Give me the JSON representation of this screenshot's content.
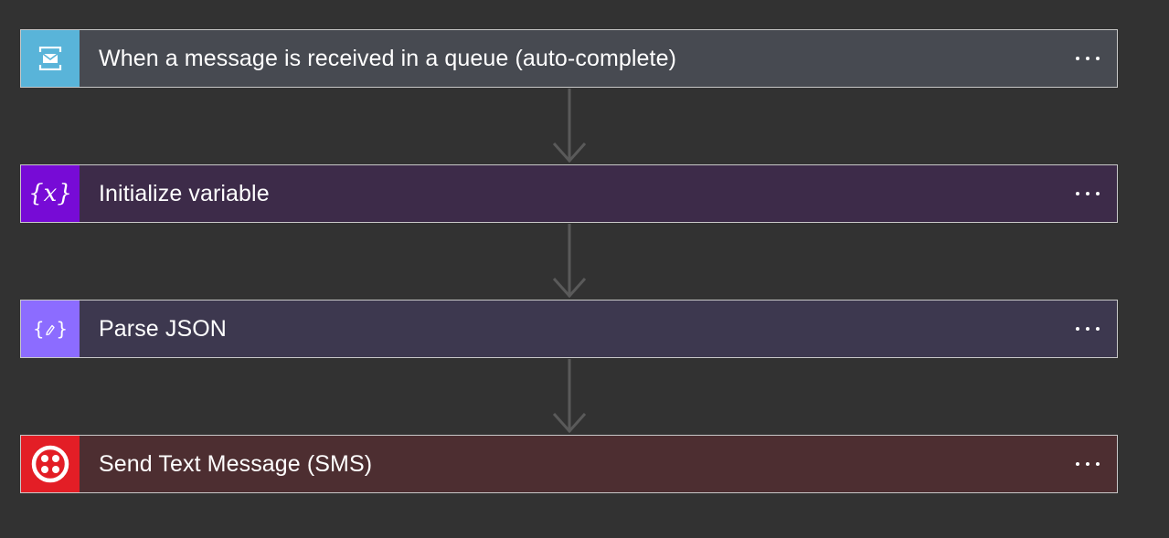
{
  "flow": {
    "steps": [
      {
        "title": "When a message is received in a queue (auto-complete)",
        "icon": "service-bus-queue-icon",
        "icon_color": "#59b4d9",
        "card_color": "#474a51"
      },
      {
        "title": "Initialize variable",
        "icon": "variable-icon",
        "icon_color": "#770bd6",
        "card_color": "#3d2b49"
      },
      {
        "title": "Parse JSON",
        "icon": "data-operations-icon",
        "icon_color": "#8c6cff",
        "card_color": "#3d384f"
      },
      {
        "title": "Send Text Message (SMS)",
        "icon": "twilio-icon",
        "icon_color": "#e31e26",
        "card_color": "#4d2e31"
      }
    ],
    "connector_color": "#5a5a5a"
  }
}
